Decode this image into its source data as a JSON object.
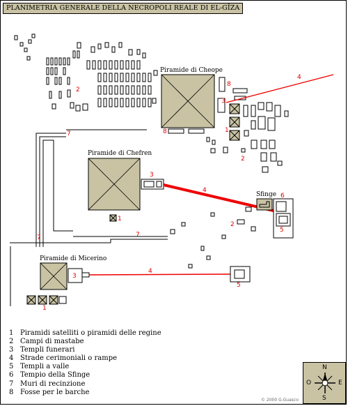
{
  "title": "PLANIMETRIA GENERALE DELLA NECROPOLI REALE DI EL-GÎZA",
  "map": {
    "pyramids": {
      "cheope": "Piramide di Cheope",
      "chefren": "Piramide di Chefren",
      "micerino": "Piramide di Micerino"
    },
    "sfinge": "Sfinge",
    "markers": {
      "m1": "1",
      "m1b": "1",
      "m1c": "1",
      "m2a": "2",
      "m2b": "2",
      "m2c": "2",
      "m3a": "3",
      "m3b": "3",
      "m3c": "3",
      "m4a": "4",
      "m4b": "4",
      "m4c": "4",
      "m5a": "5",
      "m5b": "5",
      "m6": "6",
      "m7a": "7",
      "m7b": "7",
      "m7c": "7",
      "m8a": "8",
      "m8b": "8"
    },
    "colors": {
      "pyramid_fill": "#c9c3a4",
      "causeway": "#ee0000",
      "markers": "#e00000"
    }
  },
  "legend": [
    {
      "num": "1",
      "text": "Piramidi satelliti o piramidi delle regine"
    },
    {
      "num": "2",
      "text": "Campi di mastabe"
    },
    {
      "num": "3",
      "text": "Templi funerari"
    },
    {
      "num": "4",
      "text": "Strade cerimoniali o rampe"
    },
    {
      "num": "5",
      "text": "Templi a valle"
    },
    {
      "num": "6",
      "text": "Tempio della Sfinge"
    },
    {
      "num": "7",
      "text": "Muri di recinzione"
    },
    {
      "num": "8",
      "text": "Fosse per le barche"
    }
  ],
  "compass": {
    "n": "N",
    "s": "S",
    "e": "E",
    "o": "O",
    "icon": "compass-rose-icon"
  },
  "copyright": "© 2000 G.Guasco"
}
